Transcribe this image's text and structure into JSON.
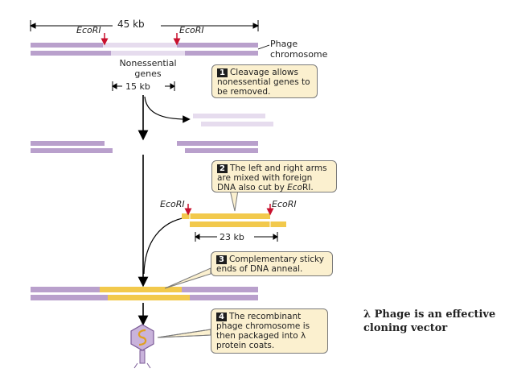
{
  "top": {
    "length_label": "45 kb",
    "ecori_left": "EcoRI",
    "ecori_right": "EcoRI",
    "phage_chromosome_label": "Phage chromosome",
    "nonessential_label": "Nonessential genes",
    "fragment_length": "15 kb"
  },
  "steps": [
    {
      "number": "1",
      "text": "Cleavage allows nonessential genes to be removed."
    },
    {
      "number": "2",
      "text_before": "The left and right arms are mixed with foreign DNA also cut by ",
      "text_italic": "Eco",
      "text_after": "RI."
    },
    {
      "number": "3",
      "text": "Complementary sticky ends of DNA anneal."
    },
    {
      "number": "4",
      "text": "The recombinant phage chromosome is then packaged into λ protein coats."
    }
  ],
  "foreign": {
    "ecori_left": "EcoRI",
    "ecori_right": "EcoRI",
    "length_label": "23 kb"
  },
  "caption": "λ Phage is an effective cloning vector",
  "colors": {
    "phage_dna": "#b9a0cc",
    "nonessential_dna": "#e6dcee",
    "foreign_dna": "#f2c94c",
    "cut_arrow": "#c8102e",
    "callout_fill": "#fbf0cf"
  }
}
